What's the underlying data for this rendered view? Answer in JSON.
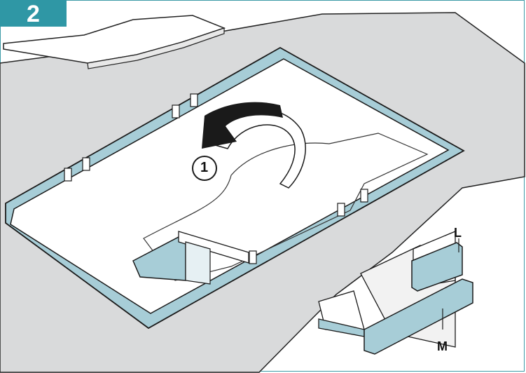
{
  "step": {
    "number": "2"
  },
  "callouts": {
    "rotation_marker": "1",
    "part_l": "L",
    "part_m": "M"
  },
  "colors": {
    "accent": "#2f97a5",
    "countertop": "#d9dadb",
    "frame": "#a7cdd7",
    "cutout": "#ffffff",
    "bracket": "#9fc8d3",
    "outline": "#1a1a1a"
  }
}
